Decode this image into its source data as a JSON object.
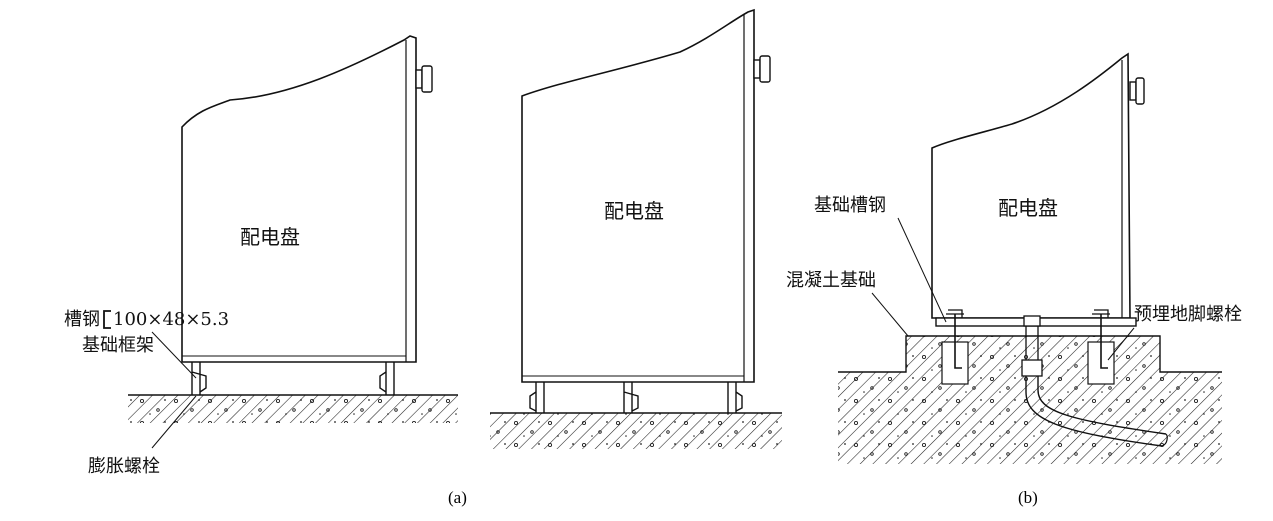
{
  "figure_a": {
    "panel_left_label": "配电盘",
    "panel_mid_label": "配电盘",
    "channel_steel_label": "槽钢",
    "channel_steel_spec": "100×48×5.3",
    "frame_label": "基础框架",
    "bolt_label": "膨胀螺栓",
    "caption": "(a)"
  },
  "figure_b": {
    "panel_label": "配电盘",
    "channel_label": "基础槽钢",
    "concrete_label": "混凝土基础",
    "anchor_label": "预埋地脚螺栓",
    "caption": "(b)"
  }
}
